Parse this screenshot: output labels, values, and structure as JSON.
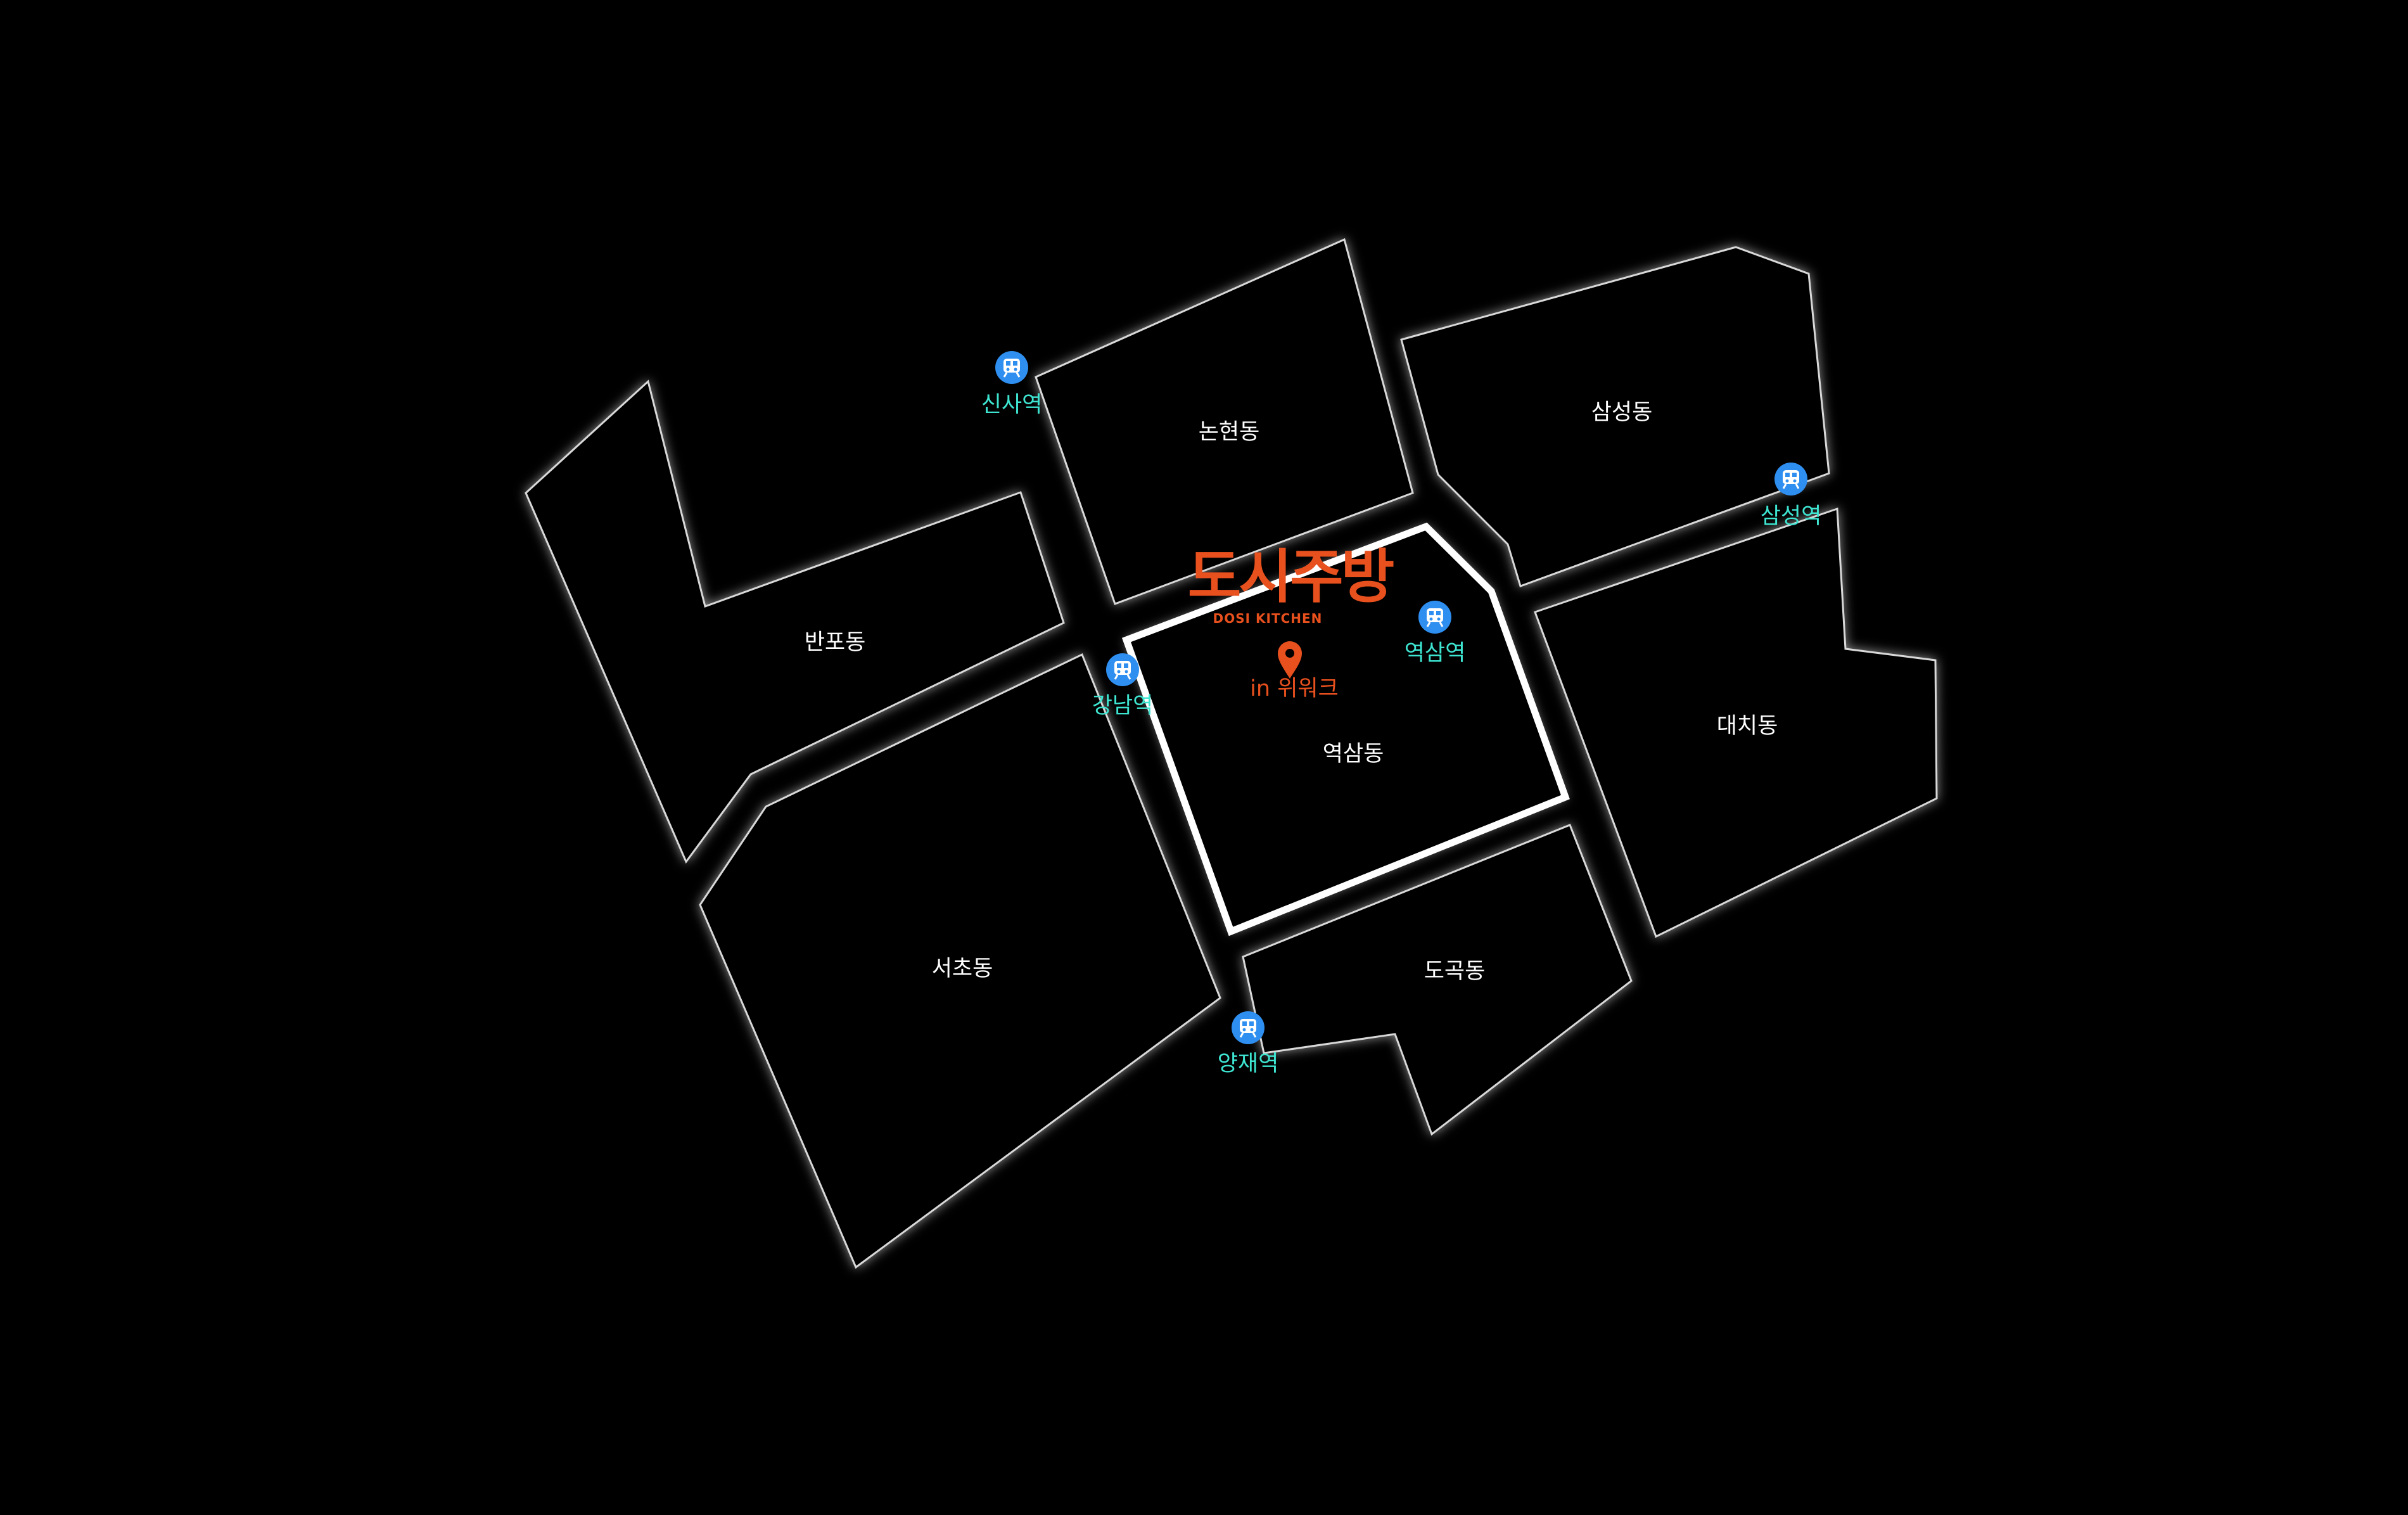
{
  "brand": {
    "title": "도시주방",
    "subtitle": "DOSI KITCHEN",
    "location": "in 위워크",
    "color": "#e8501e"
  },
  "districts": [
    {
      "id": "banpo",
      "label": "반포동"
    },
    {
      "id": "nonhyeon",
      "label": "논현동"
    },
    {
      "id": "samseong",
      "label": "삼성동"
    },
    {
      "id": "yeoksam",
      "label": "역삼동"
    },
    {
      "id": "daechi",
      "label": "대치동"
    },
    {
      "id": "seocho",
      "label": "서초동"
    },
    {
      "id": "dogok",
      "label": "도곡동"
    }
  ],
  "stations": [
    {
      "id": "sinsa",
      "label": "신사역"
    },
    {
      "id": "samseong",
      "label": "삼성역"
    },
    {
      "id": "yeoksam",
      "label": "역삼역"
    },
    {
      "id": "gangnam",
      "label": "강남역"
    },
    {
      "id": "yangjae",
      "label": "양재역"
    }
  ],
  "icons": {
    "station": "subway-train-icon",
    "location": "map-pin-icon"
  },
  "colors": {
    "background": "#000000",
    "district_outline": "#d9d9d9",
    "highlight_outline": "#ffffff",
    "station_icon": "#2f8ff0",
    "station_label": "#3ee6d2"
  }
}
